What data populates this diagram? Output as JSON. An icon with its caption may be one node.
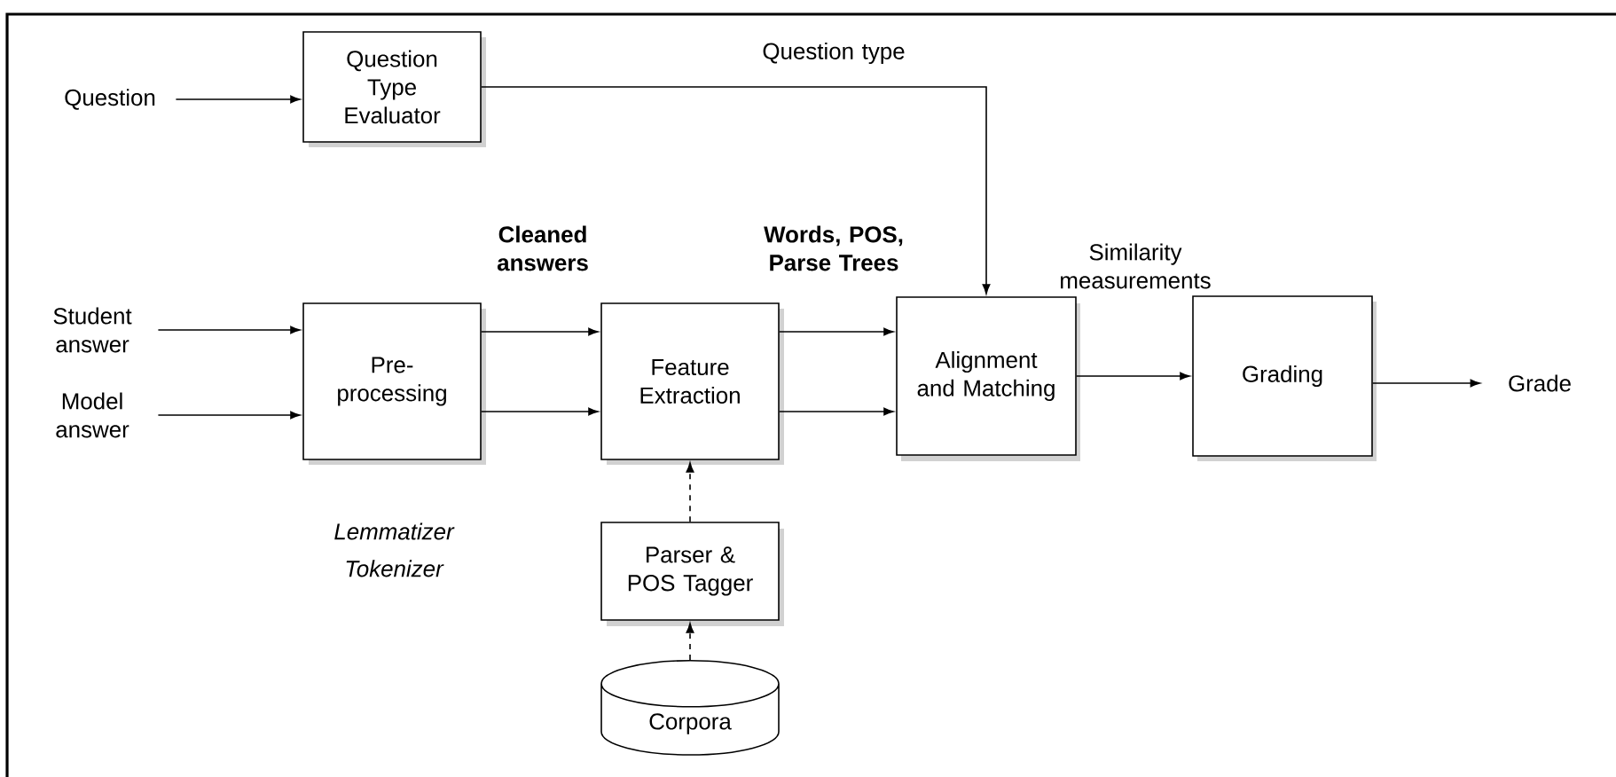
{
  "diagram": {
    "nodes": [
      {
        "text": [
          "Question"
        ]
      },
      {
        "text": [
          "Question Type Evaluator"
        ]
      },
      {
        "text": [
          "Student answer"
        ]
      },
      {
        "text": [
          "Model answer"
        ]
      },
      {
        "text": [
          "Pre-processing"
        ],
        "beside": [
          "Lemmatizer Tokenizer"
        ]
      },
      {
        "text": [
          "Feature Extraction"
        ]
      },
      {
        "text": [
          "Alignment and Matching"
        ]
      },
      {
        "text": [
          "Grading"
        ]
      },
      {
        "text": [
          "Grade"
        ]
      },
      {
        "text": [
          "Parser & POS Tagger"
        ]
      },
      {
        "text": [
          "Corpora"
        ]
      }
    ],
    "edges": [
      {
        "from": 0,
        "to": 1,
        "arrow": "to"
      },
      {
        "from": 1,
        "to": 6,
        "arrow": "to",
        "label": "Question type"
      },
      {
        "from": 2,
        "to": 4,
        "arrow": "to"
      },
      {
        "from": 3,
        "to": 4,
        "arrow": "to"
      },
      {
        "from": 4,
        "to": 5,
        "arrow": "to",
        "label": "Cleaned answers"
      },
      {
        "from": 4,
        "to": 5,
        "arrow": "to"
      },
      {
        "from": 5,
        "to": 6,
        "arrow": "to",
        "label": "Words, POS, Parse Trees"
      },
      {
        "from": 5,
        "to": 6,
        "arrow": "to"
      },
      {
        "from": 6,
        "to": 7,
        "arrow": "to",
        "label": "Similarity measurements"
      },
      {
        "from": 7,
        "to": 8,
        "arrow": "to"
      },
      {
        "from": 9,
        "to": 5,
        "arrow": "to",
        "style": "dashed"
      },
      {
        "from": 10,
        "to": 9,
        "arrow": "to",
        "style": "dashed"
      }
    ]
  }
}
